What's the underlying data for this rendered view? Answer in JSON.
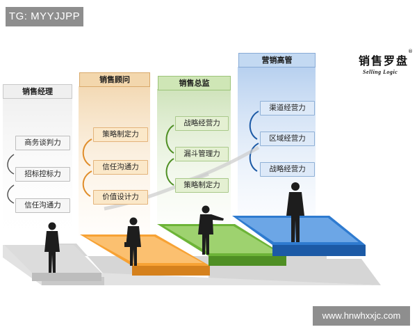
{
  "watermarks": {
    "top_left": "TG: MYYJJPP",
    "bottom_right": "www.hnwhxxjc.com"
  },
  "logo": {
    "chinese": "销售罗盘",
    "english": "Selling Logic",
    "mark": "®"
  },
  "levels": [
    {
      "title": "销售经理",
      "skills": [
        "商务谈判力",
        "招标控标力",
        "信任沟通力"
      ],
      "color": "#e6e6e6"
    },
    {
      "title": "销售顾问",
      "skills": [
        "策略制定力",
        "信任沟通力",
        "价值设计力"
      ],
      "color": "#f7a234"
    },
    {
      "title": "销售总监",
      "skills": [
        "战略经营力",
        "漏斗管理力",
        "策略制定力"
      ],
      "color": "#7cc243"
    },
    {
      "title": "营销高管",
      "skills": [
        "渠道经营力",
        "区域经营力",
        "战略经营力"
      ],
      "color": "#2f7bd0"
    }
  ],
  "icons": [
    "businessman-figure-icon",
    "curved-arrow-icon",
    "swoosh-arrow-icon"
  ]
}
